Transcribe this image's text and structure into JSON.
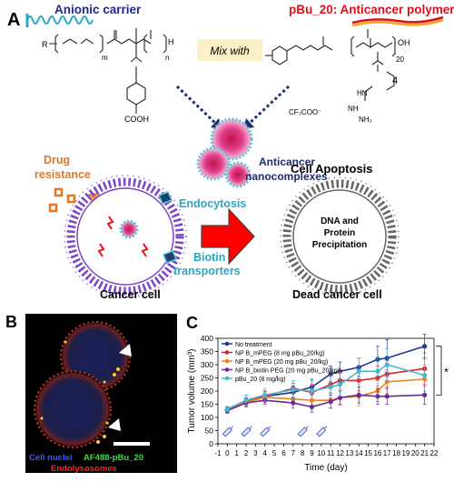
{
  "panel_a": {
    "label": "A",
    "anionic_carrier": "Anionic carrier",
    "anticancer_polymer": "pBu_20: Anticancer polymer",
    "mix_with": "Mix with",
    "formula": {
      "r": "R",
      "m": "m",
      "n": "n",
      "h": "H",
      "cooh": "COOH",
      "oh": "OH",
      "sub20": "20",
      "sub4": "4",
      "cf3coo": "CF₃COO⁻",
      "hn": "HN",
      "nh": "NH",
      "nh3": "NH₃"
    },
    "nanocomplex_label": "Anticancer\nnanocomplexes",
    "drug_resistance": "Drug\nresistance",
    "endocytosis": "Endocytosis",
    "biotin_transporters": "Biotin\ntransporters",
    "cancer_cell": "Cancer cell",
    "cell_apoptosis": "Cell Apoptosis",
    "dna_protein": "DNA and\nProtein\nPrecipitation",
    "dead_cancer_cell": "Dead cancer cell"
  },
  "panel_b": {
    "label": "B",
    "legend_nuclei": "Cell nuclei",
    "legend_af488": "AF488-pBu_20",
    "legend_endo": "Endolysosomes"
  },
  "panel_c": {
    "label": "C",
    "significance": "*",
    "chart_data": {
      "type": "line",
      "xlabel": "Time (day)",
      "ylabel": "Tumor volume (mm³)",
      "xlim": [
        -1,
        22
      ],
      "ylim": [
        0,
        400
      ],
      "xticks": [
        -1,
        0,
        1,
        2,
        3,
        4,
        5,
        6,
        7,
        8,
        9,
        10,
        11,
        12,
        13,
        14,
        15,
        16,
        17,
        18,
        19,
        20,
        21,
        22
      ],
      "yticks": [
        0,
        50,
        100,
        150,
        200,
        250,
        300,
        350,
        400
      ],
      "injection_days": [
        0,
        2,
        4,
        8,
        10
      ],
      "legend_position": "top-left",
      "series": [
        {
          "name": "No treatment",
          "color": "#1f3a93",
          "x": [
            0,
            2,
            4,
            7,
            9,
            11,
            12,
            14,
            16,
            17,
            21
          ],
          "y": [
            130,
            165,
            180,
            195,
            215,
            265,
            275,
            290,
            320,
            325,
            370
          ],
          "err": [
            10,
            20,
            20,
            25,
            30,
            30,
            35,
            35,
            50,
            70,
            45
          ]
        },
        {
          "name": "NP B_mPEG (8 mg pBu_20/kg)",
          "color": "#d62728",
          "x": [
            0,
            2,
            4,
            7,
            9,
            11,
            12,
            14,
            16,
            17,
            21
          ],
          "y": [
            128,
            160,
            180,
            210,
            195,
            225,
            240,
            240,
            250,
            265,
            285
          ],
          "err": [
            10,
            15,
            20,
            20,
            30,
            35,
            40,
            40,
            45,
            50,
            60
          ]
        },
        {
          "name": "NP B_mPEG (20 mg pBu_20/kg)",
          "color": "#f08020",
          "x": [
            0,
            2,
            4,
            7,
            9,
            11,
            12,
            14,
            16,
            17,
            21
          ],
          "y": [
            127,
            158,
            176,
            170,
            165,
            165,
            175,
            180,
            200,
            235,
            245
          ],
          "err": [
            10,
            15,
            20,
            20,
            30,
            30,
            30,
            35,
            40,
            45,
            55
          ]
        },
        {
          "name": "NP B_biotin PEG (20 mg pBu_20/kg)",
          "color": "#6a2c91",
          "x": [
            0,
            2,
            4,
            7,
            9,
            11,
            12,
            14,
            16,
            17,
            21
          ],
          "y": [
            126,
            155,
            165,
            155,
            140,
            160,
            175,
            185,
            180,
            180,
            185
          ],
          "err": [
            10,
            15,
            15,
            20,
            20,
            25,
            25,
            30,
            30,
            30,
            35
          ]
        },
        {
          "name": "pBu_20 (8 mg/kg)",
          "color": "#4bb5d1",
          "x": [
            0,
            2,
            4,
            7,
            9,
            11,
            12,
            14,
            16,
            17,
            21
          ],
          "y": [
            132,
            165,
            185,
            205,
            200,
            215,
            225,
            275,
            275,
            300,
            260
          ],
          "err": [
            10,
            20,
            25,
            35,
            40,
            40,
            45,
            50,
            55,
            60,
            60
          ]
        }
      ]
    }
  }
}
